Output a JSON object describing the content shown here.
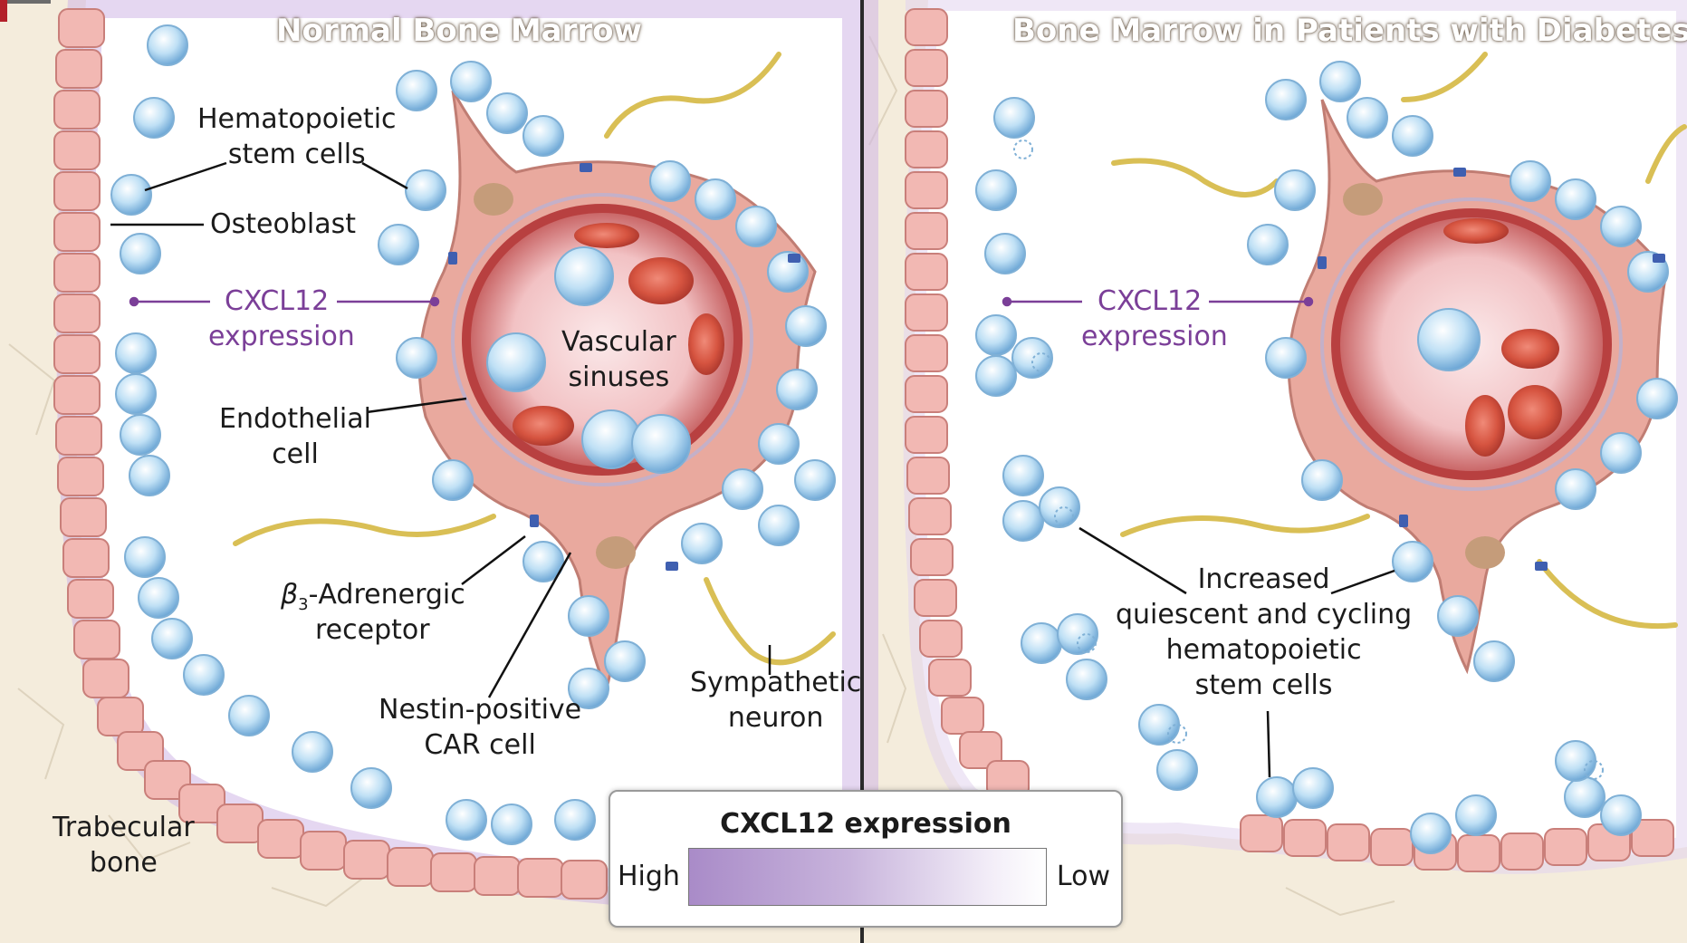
{
  "panels": {
    "left_title": "Normal Bone Marrow",
    "right_title": "Bone Marrow in Patients with Diabetes"
  },
  "left_labels": {
    "hsc": "Hematopoietic\nstem cells",
    "osteoblast": "Osteoblast",
    "cxcl12": "CXCL12",
    "expression": "expression",
    "vascular": "Vascular\nsinuses",
    "endothelial": "Endothelial\ncell",
    "beta_prefix": "β",
    "beta_sub": "3",
    "beta_suffix": "-Adrenergic",
    "receptor": "receptor",
    "nestin": "Nestin-positive\nCAR cell",
    "sympathetic": "Sympathetic\nneuron",
    "trabecular": "Trabecular\nbone"
  },
  "right_labels": {
    "cxcl12": "CXCL12",
    "expression": "expression",
    "increased": "Increased\nquiescent and cycling\nhematopoietic\nstem cells"
  },
  "legend": {
    "title": "CXCL12 expression",
    "high": "High",
    "low": "Low"
  },
  "colors": {
    "bone": "#f4ecdc",
    "osteoblast": "#f2b8b3",
    "cell_blue": "#a9d3ee",
    "endothelial": "#e8a79c",
    "blood": "#c84a3c",
    "neuron": "#e8d27a",
    "cxcl12_purple": "#7b3f98",
    "pointer": "#111111"
  }
}
